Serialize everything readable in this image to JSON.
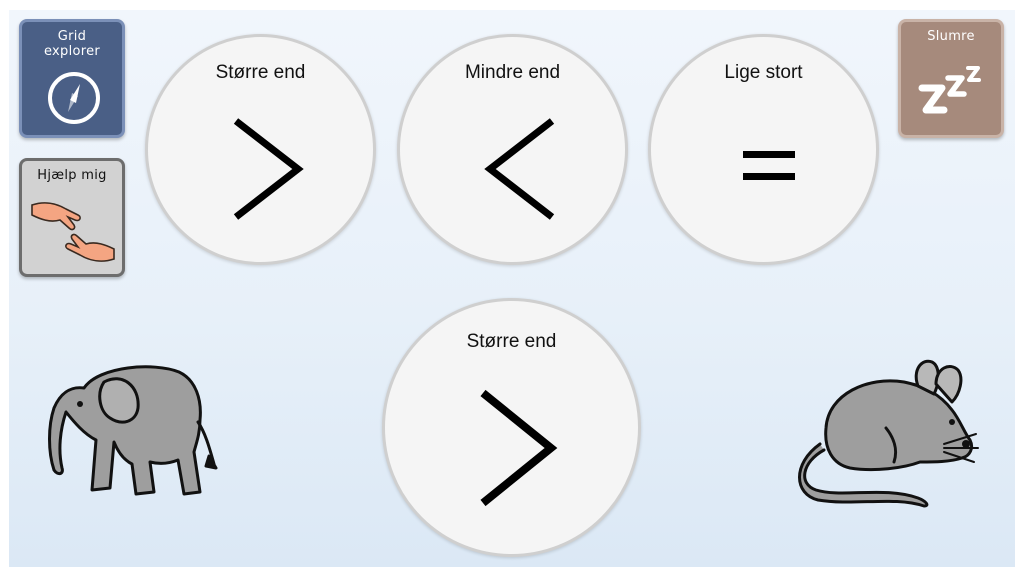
{
  "sidebar": {
    "grid_explorer_label": "Grid\nexplorer",
    "help_label": "Hjælp mig",
    "sleep_label": "Slumre"
  },
  "options": [
    {
      "label": "Større end",
      "symbol": ">"
    },
    {
      "label": "Mindre end",
      "symbol": "<"
    },
    {
      "label": "Lige stort",
      "symbol": "="
    }
  ],
  "answer": {
    "label": "Større end",
    "symbol": ">"
  },
  "pictures": {
    "left": "elephant-icon",
    "right": "mouse-icon"
  },
  "colors": {
    "grid_explorer_bg": "#4a5f86",
    "help_bg": "#d2d2d2",
    "sleep_bg": "#a68a7c",
    "circle_bg": "#f5f5f5"
  }
}
